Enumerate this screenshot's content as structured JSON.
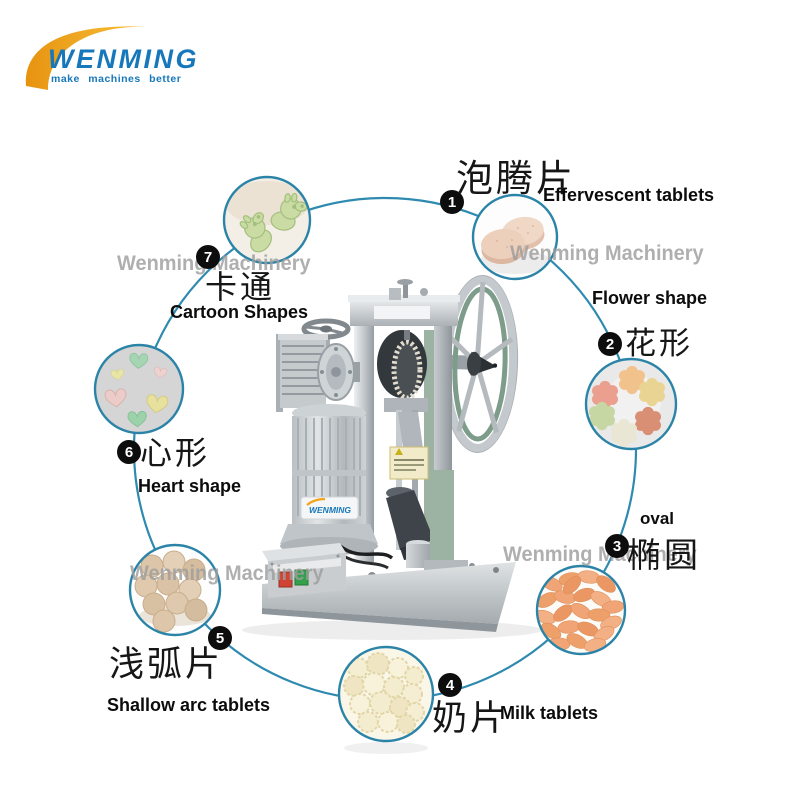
{
  "logo": {
    "name": "WENMING",
    "tagline": "make machines better"
  },
  "watermark": {
    "text": "Wenming Machinery"
  },
  "machine": {
    "motor_label": "WENMING",
    "subject": "single-punch tablet press machine"
  },
  "items": [
    {
      "num": "1",
      "zh": "泡腾片",
      "en": "Effervescent tablets"
    },
    {
      "num": "2",
      "zh": "花形",
      "en": "Flower shape"
    },
    {
      "num": "3",
      "zh": "椭圆",
      "en": "oval"
    },
    {
      "num": "4",
      "zh": "奶片",
      "en": "Milk tablets"
    },
    {
      "num": "5",
      "zh": "浅弧片",
      "en": "Shallow arc tablets"
    },
    {
      "num": "6",
      "zh": "心形",
      "en": "Heart shape"
    },
    {
      "num": "7",
      "zh": "卡通",
      "en": "Cartoon Shapes"
    }
  ],
  "colors": {
    "accent_circle": "#2f8ab0",
    "badge": "#0d0d0d",
    "brand_blue": "#1678bb",
    "swoosh_orange": "#f2a41a",
    "watermark_gray": "#9e9e9e"
  }
}
